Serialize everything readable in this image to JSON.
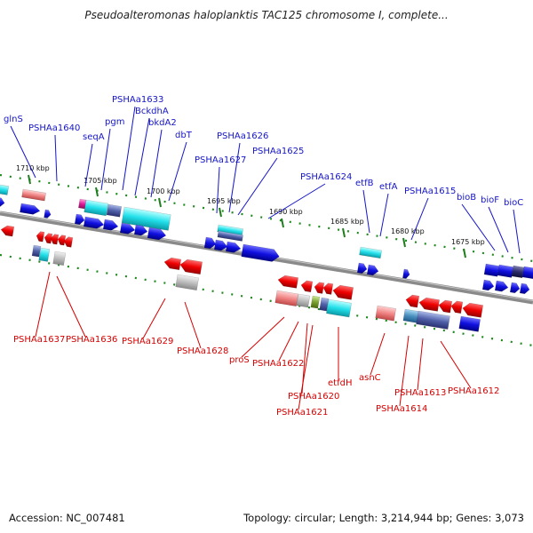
{
  "title": "Pseudoalteromonas haloplanktis TAC125 chromosome I, complete...",
  "footer": {
    "accession": "Accession: NC_007481",
    "topology": "Topology: circular; Length: 3,214,944 bp; Genes: 3,073"
  },
  "colors": {
    "forward_label": "#1515c8",
    "reverse_label": "#d60000",
    "backbone": "#8a8a8a",
    "tick": "#1e7d1e"
  },
  "ticks": [
    "1710 kbp",
    "1705 kbp",
    "1700 kbp",
    "1695 kbp",
    "1690 kbp",
    "1685 kbp",
    "1680 kbp",
    "1675 kbp"
  ],
  "top_labels": [
    "glnS",
    "PSHAa1640",
    "seqA",
    "pgm",
    "PSHAa1633",
    "BckdhA",
    "bkdA2",
    "dbT",
    "PSHAa1627",
    "PSHAa1626",
    "PSHAa1625",
    "PSHAa1624",
    "etfB",
    "etfA",
    "PSHAa1615",
    "bioB",
    "bioF",
    "bioC"
  ],
  "bottom_labels": [
    "PSHAa1637",
    "PSHAa1636",
    "PSHAa1629",
    "PSHAa1628",
    "proS",
    "PSHAa1622",
    "PSHAa1620",
    "PSHAa1621",
    "etfdH",
    "asnC",
    "PSHAa1614",
    "PSHAa1613",
    "PSHAa1612"
  ]
}
